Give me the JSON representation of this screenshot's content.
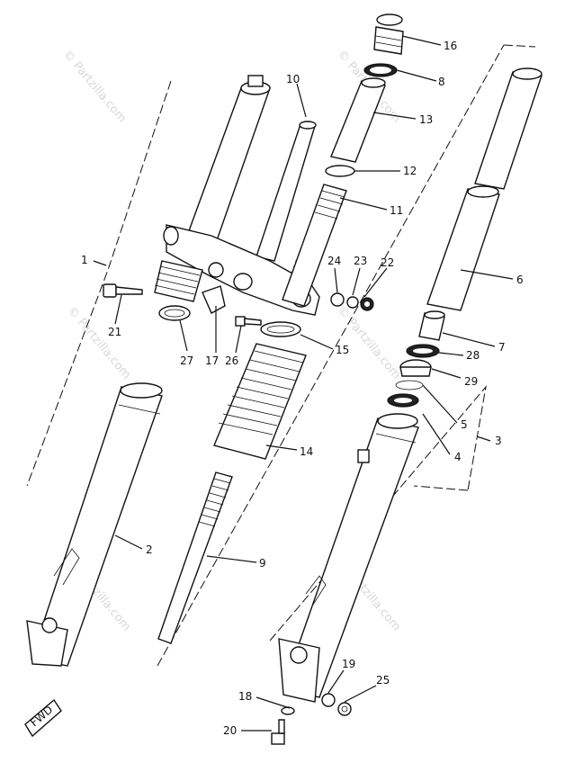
{
  "diagram": {
    "watermark": "© Partzilla.com",
    "fwd_label": "FWD",
    "callouts": [
      {
        "id": "1",
        "label": "1"
      },
      {
        "id": "2",
        "label": "2"
      },
      {
        "id": "3",
        "label": "3"
      },
      {
        "id": "4",
        "label": "4"
      },
      {
        "id": "5",
        "label": "5"
      },
      {
        "id": "6",
        "label": "6"
      },
      {
        "id": "7",
        "label": "7"
      },
      {
        "id": "8",
        "label": "8"
      },
      {
        "id": "9",
        "label": "9"
      },
      {
        "id": "10",
        "label": "10"
      },
      {
        "id": "11",
        "label": "11"
      },
      {
        "id": "12",
        "label": "12"
      },
      {
        "id": "13",
        "label": "13"
      },
      {
        "id": "14",
        "label": "14"
      },
      {
        "id": "15",
        "label": "15"
      },
      {
        "id": "16",
        "label": "16"
      },
      {
        "id": "17",
        "label": "17"
      },
      {
        "id": "18",
        "label": "18"
      },
      {
        "id": "19",
        "label": "19"
      },
      {
        "id": "20",
        "label": "20"
      },
      {
        "id": "21",
        "label": "21"
      },
      {
        "id": "22",
        "label": "22"
      },
      {
        "id": "23",
        "label": "23"
      },
      {
        "id": "24",
        "label": "24"
      },
      {
        "id": "25",
        "label": "25"
      },
      {
        "id": "26",
        "label": "26"
      },
      {
        "id": "27",
        "label": "27"
      },
      {
        "id": "28",
        "label": "28"
      },
      {
        "id": "29",
        "label": "29"
      }
    ]
  }
}
